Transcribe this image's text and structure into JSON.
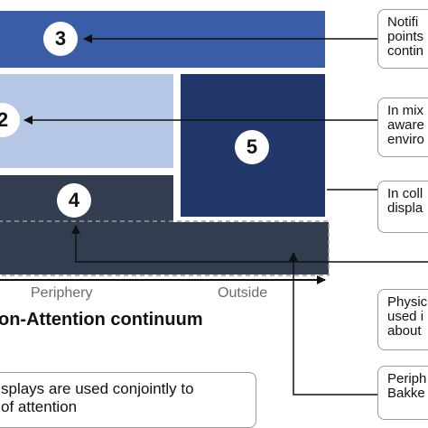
{
  "zones": {
    "z3": {
      "number": "3",
      "color": "#3a5da8"
    },
    "z2": {
      "number": "2",
      "color": "#b6c7e6"
    },
    "z5": {
      "number": "5",
      "color": "#22386b"
    },
    "z4": {
      "number": "4",
      "color": "#323d50"
    }
  },
  "axis": {
    "periphery_label": "Periphery",
    "outside_label": "Outside"
  },
  "title": "on-Attention continuum",
  "callouts": [
    {
      "lines": [
        "Notifi",
        "points",
        "contin"
      ]
    },
    {
      "lines": [
        "In mix",
        "aware",
        "enviro"
      ]
    },
    {
      "lines": [
        "In coll",
        "displa"
      ]
    },
    {
      "lines": [
        "Physic",
        "used i",
        "about"
      ]
    },
    {
      "lines": [
        "Periph",
        "Bakke"
      ]
    }
  ],
  "caption": {
    "lines": [
      "splays are used conjointly to",
      "of attention"
    ]
  }
}
